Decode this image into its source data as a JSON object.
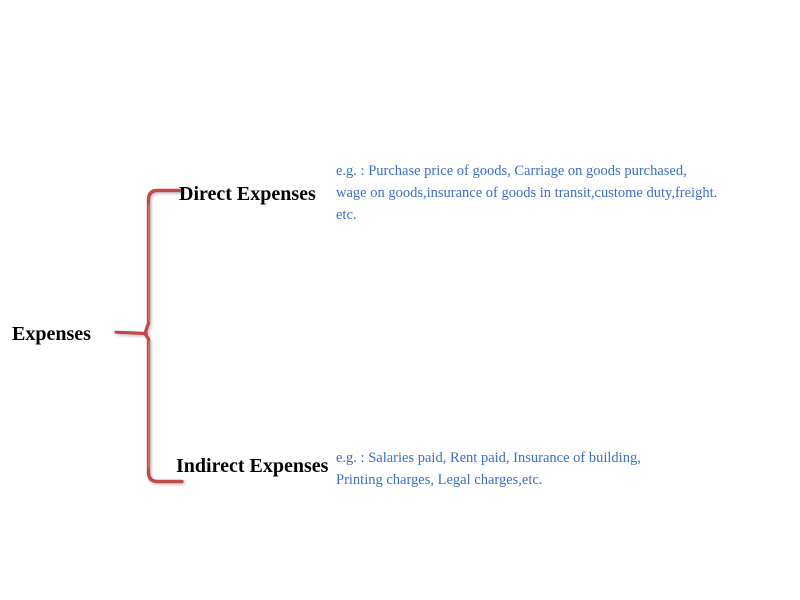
{
  "diagram": {
    "title_root": "Expenses",
    "connector": {
      "icon_name": "curly-brace-connector",
      "color": "#be4b48",
      "highlight_color": "#d98b89",
      "shadow_color": "#c9c9c9"
    },
    "branches": [
      {
        "label": "Direct Expenses",
        "example": {
          "lines": [
            "e.g. : Purchase price of goods, Carriage on goods purchased,",
            "wage on goods,insurance of goods in transit,custome duty,freight.",
            "etc."
          ]
        }
      },
      {
        "label": "Indirect Expenses",
        "example": {
          "lines": [
            "e.g. : Salaries paid, Rent paid, Insurance of building,",
            "Printing charges, Legal charges,etc."
          ]
        }
      }
    ],
    "colors": {
      "background": "#ffffff",
      "label_text": "#000000",
      "example_text": "#3b6fc4",
      "brace": "#be4b48"
    }
  }
}
